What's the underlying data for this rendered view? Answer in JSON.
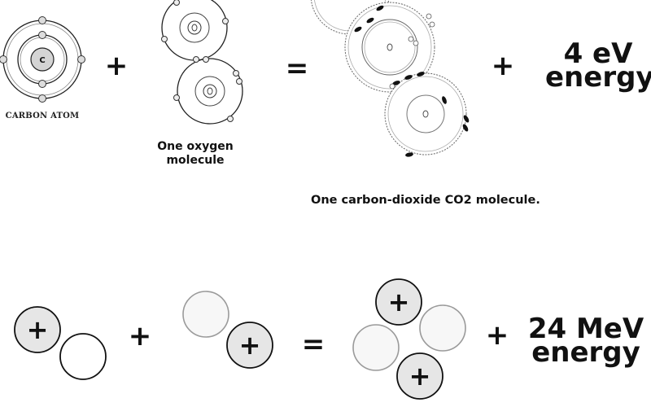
{
  "chemical_reaction": {
    "carbon_atom": {
      "symbol": "C",
      "label": "CARBON ATOM"
    },
    "plus_1": "+",
    "oxygen_molecule_label": "One oxygen molecule",
    "equals": "=",
    "co2_label": "One carbon-dioxide CO2 molecule.",
    "plus_2": "+",
    "energy_value": "4 eV",
    "energy_word": "energy"
  },
  "nuclear_reaction": {
    "proton_symbol": "+",
    "plus_1": "+",
    "equals": "=",
    "plus_2": "+",
    "energy_value": "24 MeV",
    "energy_word": "energy"
  },
  "colors": {
    "ink": "#111111",
    "proton_fill": "#e6e6e6",
    "neutron_fill": "#ffffff",
    "faded_ring": "#9a9a9a",
    "electron_dark": "#111111",
    "electron_light": "#e8e8e8"
  }
}
